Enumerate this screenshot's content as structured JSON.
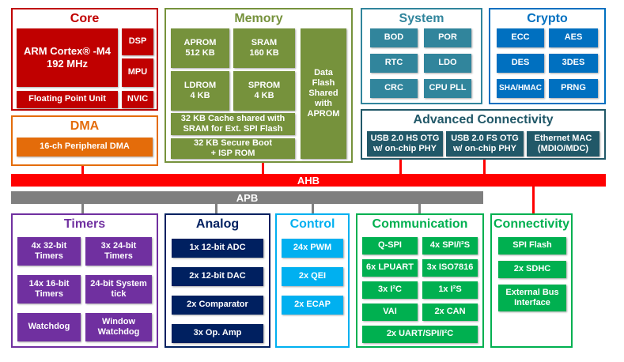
{
  "colors": {
    "core": "#c00000",
    "dma": "#e46c0a",
    "memory": "#76923c",
    "system": "#31859c",
    "crypto": "#0070c0",
    "advconn": "#215868",
    "ahb": "#ff0000",
    "apb": "#7f7f7f",
    "timers": "#7030a0",
    "analog": "#002060",
    "control": "#00b0f0",
    "communication": "#00b050",
    "connectivity": "#00b050"
  },
  "core": {
    "title": "Core",
    "cpu": "ARM Cortex® -M4\n192 MHz",
    "dsp": "DSP",
    "mpu": "MPU",
    "fpu": "Floating Point Unit",
    "nvic": "NVIC"
  },
  "dma": {
    "title": "DMA",
    "block": "16-ch Peripheral DMA"
  },
  "memory": {
    "title": "Memory",
    "aprom": "APROM\n512 KB",
    "sram": "SRAM\n160 KB",
    "ldrom": "LDROM\n4 KB",
    "sprom": "SPROM\n4 KB",
    "cache": "32 KB Cache shared with\nSRAM for  Ext. SPI Flash",
    "secure": "32 KB Secure Boot\n+ ISP ROM",
    "dataflash": "Data\nFlash\nShared\nwith\nAPROM"
  },
  "system": {
    "title": "System",
    "items": [
      "BOD",
      "POR",
      "RTC",
      "LDO",
      "CRC",
      "CPU PLL"
    ]
  },
  "crypto": {
    "title": "Crypto",
    "items": [
      "ECC",
      "AES",
      "DES",
      "3DES",
      "SHA/HMAC",
      "PRNG"
    ]
  },
  "advconn": {
    "title": "Advanced Connectivity",
    "items": [
      "USB 2.0 HS OTG\nw/ on-chip PHY",
      "USB 2.0 FS OTG\nw/ on-chip PHY",
      "Ethernet MAC\n(MDIO/MDC)"
    ]
  },
  "buses": {
    "ahb": "AHB",
    "apb": "APB"
  },
  "timers": {
    "title": "Timers",
    "items": [
      "4x 32-bit\nTimers",
      "3x 24-bit\nTimers",
      "14x 16-bit\nTimers",
      "24-bit System\ntick",
      "Watchdog",
      "Window\nWatchdog"
    ]
  },
  "analog": {
    "title": "Analog",
    "items": [
      "1x 12-bit ADC",
      "2x 12-bit DAC",
      "2x Comparator",
      "3x Op. Amp"
    ]
  },
  "control": {
    "title": "Control",
    "items": [
      "24x PWM",
      "2x QEI",
      "2x ECAP"
    ]
  },
  "communication": {
    "title": "Communication",
    "items": [
      "Q-SPI",
      "4x SPI/I²S",
      "6x LPUART",
      "3x ISO7816",
      "3x I²C",
      "1x I²S",
      "VAI",
      "2x CAN",
      "2x UART/SPI/I²C"
    ]
  },
  "connectivity": {
    "title": "Connectivity",
    "items": [
      "SPI Flash",
      "2x SDHC",
      "External Bus\nInterface"
    ]
  }
}
